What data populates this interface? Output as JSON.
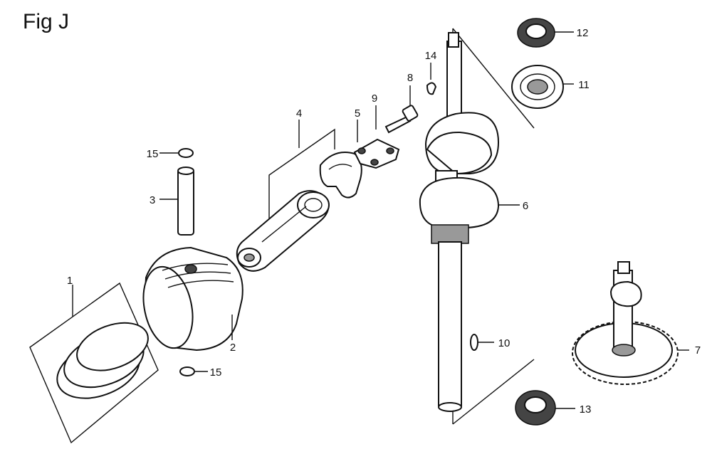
{
  "figure": {
    "title": "Fig J"
  },
  "callouts": {
    "c1": "1",
    "c2": "2",
    "c3": "3",
    "c4": "4",
    "c5": "5",
    "c6": "6",
    "c7": "7",
    "c8": "8",
    "c9": "9",
    "c10": "10",
    "c11": "11",
    "c12": "12",
    "c13": "13",
    "c14": "14",
    "c15a": "15",
    "c15b": "15"
  }
}
